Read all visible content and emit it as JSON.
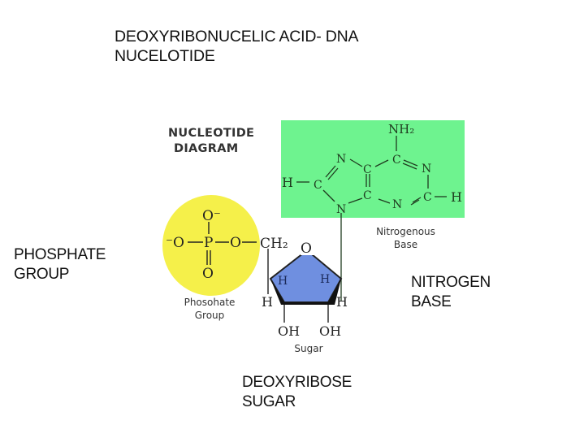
{
  "title": {
    "line1": "DEOXYRIBONUCELIC ACID- DNA",
    "line2": "NUCELOTIDE"
  },
  "diagram": {
    "heading_line1": "NUCLEOTIDE",
    "heading_line2": "DIAGRAM",
    "colors": {
      "base_box": "#6ef38f",
      "phosphate_circle": "#f5f04a",
      "sugar_ring": "#6f8fe0"
    },
    "base_atoms": {
      "nh2": "NH₂",
      "n": "N",
      "c": "C",
      "h": "H"
    },
    "phosphate_atoms": {
      "o_minus_top": "O⁻",
      "o_minus_left": "⁻O",
      "p": "P",
      "o": "O",
      "o_double": "O",
      "ch2": "CH₂"
    },
    "sugar_atoms": {
      "ring_o": "O",
      "h": "H",
      "oh": "OH"
    },
    "small_labels": {
      "nitrogenous_line1": "Nitrogenous",
      "nitrogenous_line2": "Base",
      "phosphate_line1": "Phosohate",
      "phosphate_line2": "Group",
      "sugar": "Sugar"
    }
  },
  "annotations": {
    "phosphate_line1": "PHOSPHATE",
    "phosphate_line2": "GROUP",
    "nitrogen_line1": "NITROGEN",
    "nitrogen_line2": "BASE",
    "sugar_line1": "DEOXYRIBOSE",
    "sugar_line2": "SUGAR"
  }
}
